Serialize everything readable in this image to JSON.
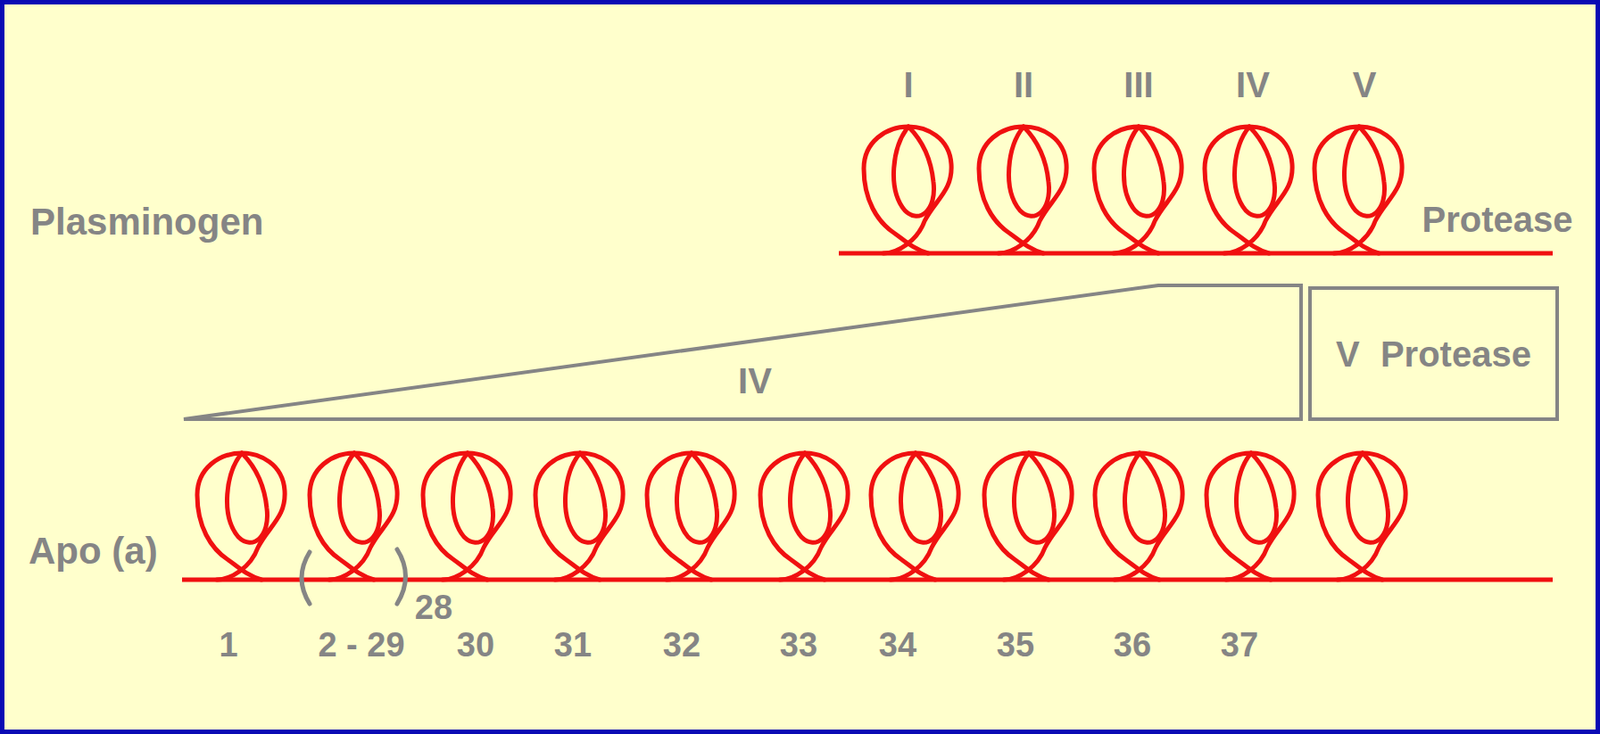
{
  "diagram": {
    "nodes": [
      {
        "text": [
          "IV"
        ]
      },
      {
        "text": [
          "V Protease"
        ]
      }
    ],
    "labels": [
      "Plasminogen",
      "I",
      "II",
      "III",
      "IV",
      "V",
      "Protease",
      "Apo (a)",
      "28",
      "1",
      "2 - 29",
      "30",
      "31",
      "32",
      "33",
      "34",
      "35",
      "36",
      "37"
    ]
  }
}
